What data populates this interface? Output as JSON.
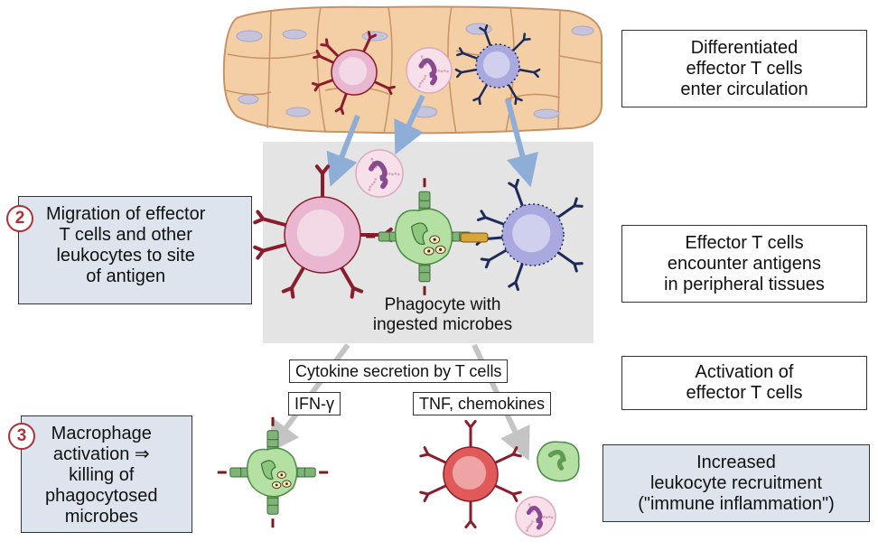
{
  "boxes": {
    "circulation": [
      "Differentiated",
      "effector T cells",
      "enter circulation"
    ],
    "encounter": [
      "Effector T cells",
      "encounter antigens",
      "in peripheral tissues"
    ],
    "activation": [
      "Activation of",
      "effector T cells"
    ],
    "recruitment": [
      "Increased",
      "leukocyte recruitment",
      "(\"immune inflammation\")"
    ]
  },
  "steps": {
    "step2": {
      "number": "2",
      "lines": [
        "Migration of effector",
        "T cells and other",
        "leukocytes to site",
        "of antigen"
      ]
    },
    "step3": {
      "number": "3",
      "lines": [
        "Macrophage",
        "activation ⇒",
        "killing of",
        "phagocytosed",
        "microbes"
      ]
    }
  },
  "labels": {
    "phagocyte": [
      "Phagocyte with",
      "ingested microbes"
    ],
    "cytokine": "Cytokine secretion by T cells",
    "ifn": "IFN-γ",
    "tnf": "TNF, chemokines"
  },
  "colors": {
    "vessel": "#f4cfa6",
    "vessel_edge": "#c79366",
    "tissue_bg": "#e4e4e4",
    "cd4_cell": "#e9b8d0",
    "cd8_cell": "#a9a9e0",
    "macrophage": "#b4e0a4",
    "activated_t_cell": "#e05a5a",
    "neutrophil": "#f7e0ea",
    "receptor_red": "#8b1c2c",
    "receptor_navy": "#1d2a5a",
    "arrow_blue": "#8eaed8",
    "arrow_gray": "#c2c2c2",
    "step_box": "#dde4ee",
    "step_number": "#b0303a"
  }
}
